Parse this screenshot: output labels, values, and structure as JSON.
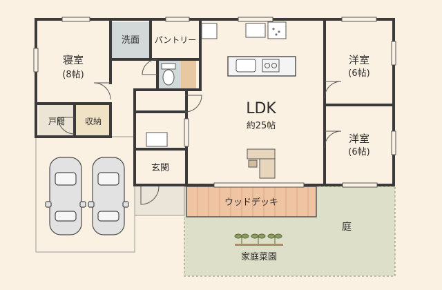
{
  "rooms": {
    "bedroom": {
      "name": "寝室",
      "size": "(8帖)"
    },
    "washroom": {
      "name": "洗面"
    },
    "pantry": {
      "name": "パントリー"
    },
    "ldk": {
      "name": "LDK",
      "size": "約25帖"
    },
    "western_room_1": {
      "name": "洋室",
      "size": "(6帖)"
    },
    "western_room_2": {
      "name": "洋室",
      "size": "(6帖)"
    },
    "closet_door": {
      "name": "戸閲"
    },
    "storage": {
      "name": "収納"
    },
    "entrance": {
      "name": "玄関"
    },
    "wood_deck": {
      "name": "ウッドデッキ"
    },
    "garden": {
      "name": "庭"
    },
    "vegetable_garden": {
      "name": "家庭菜園"
    }
  },
  "colors": {
    "background": "#fbf1e2",
    "wall": "#3a3a3a",
    "wash_area": "#d3d9d9",
    "storage_floor": "#efe2c5",
    "deck": "#efc4a3",
    "garden": "#dddfc8",
    "car": "#e2e2e2",
    "plant": "#8a9a62"
  }
}
